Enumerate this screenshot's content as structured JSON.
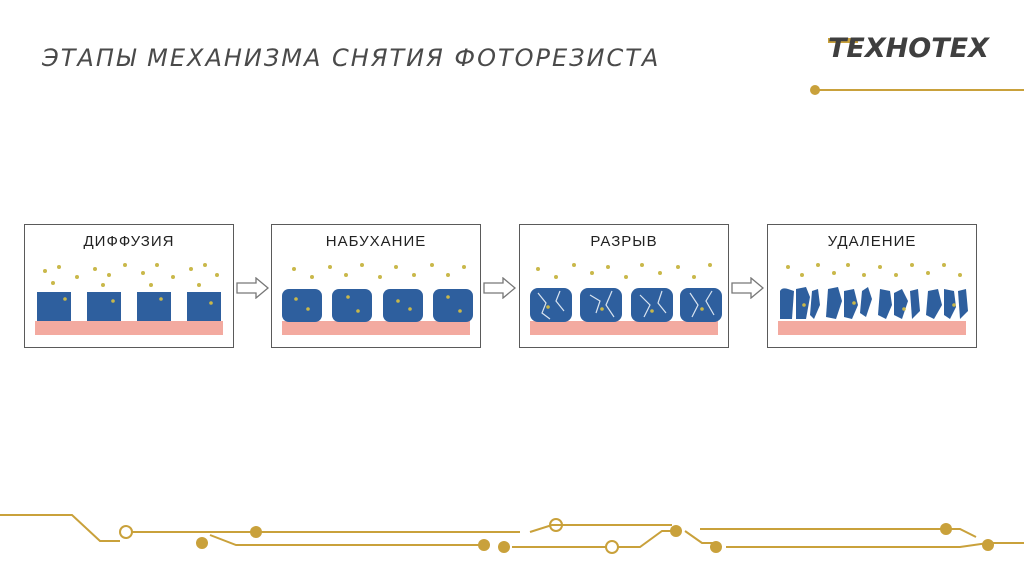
{
  "header": {
    "title": "ЭТАПЫ МЕХАНИЗМА СНЯТИЯ ФОТОРЕЗИСТА",
    "logo_text": "ТЕХНОТЕХ"
  },
  "stages": [
    {
      "label": "ДИФФУЗИЯ"
    },
    {
      "label": "НАБУХАНИЕ"
    },
    {
      "label": "РАЗРЫВ"
    },
    {
      "label": "УДАЛЕНИЕ"
    }
  ],
  "colors": {
    "accent": "#c9a13b",
    "resist": "#2e5f9e",
    "substrate": "#f3aaa0",
    "particle": "#c9b84a"
  }
}
